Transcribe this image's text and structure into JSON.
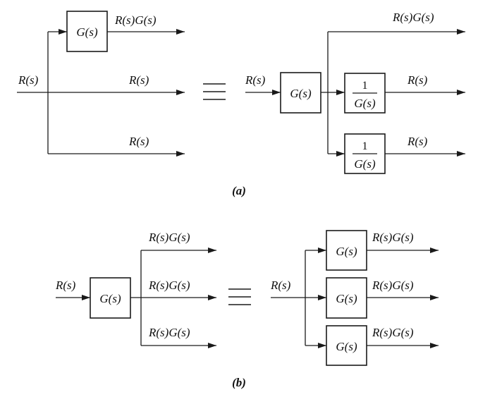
{
  "labels": {
    "input": "R(s)",
    "output": "R(s)G(s)",
    "block": "G(s)",
    "inverse_num": "1",
    "inverse_den": "G(s)"
  },
  "captions": {
    "a": "(a)",
    "b": "(b)"
  }
}
